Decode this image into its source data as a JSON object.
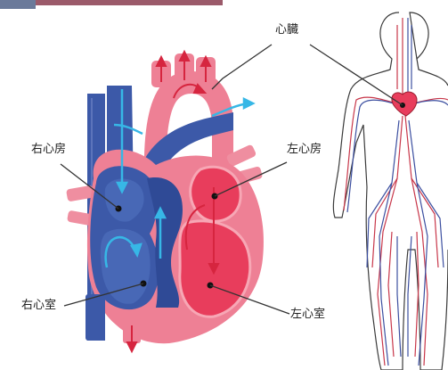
{
  "labels": {
    "heart": "心臓",
    "right_atrium": "右心房",
    "left_atrium": "左心房",
    "right_ventricle": "右心室",
    "left_ventricle": "左心室"
  },
  "colors": {
    "oxygenated_chamber": "#ee8095",
    "oxygenated_inner": "#e83d5c",
    "deoxygenated_chamber": "#3c59a8",
    "blood_flow_arrow": "#37b7e6",
    "artery_line": "#c8374a",
    "vein_line": "#3c4fa0",
    "leader_line": "#333333",
    "corner_strip": "#9b5a6a"
  },
  "icons": {
    "heart_illustration": "anatomical-heart-cross-section-icon",
    "body_illustration": "human-circulatory-system-icon",
    "small_heart": "heart-icon"
  }
}
